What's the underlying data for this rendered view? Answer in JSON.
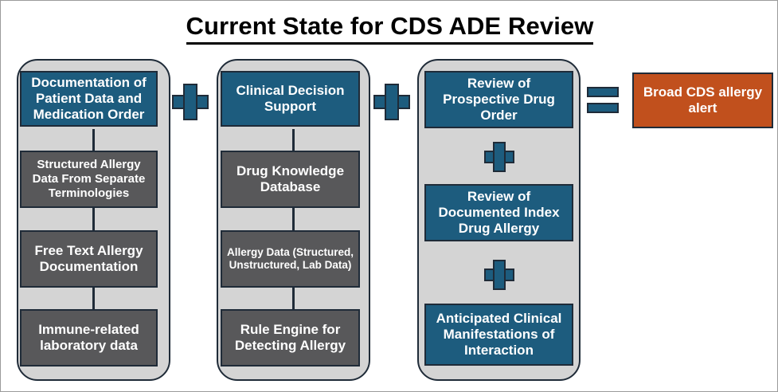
{
  "title": "Current State for CDS ADE Review",
  "columns": [
    {
      "id": "col1",
      "nodes": [
        {
          "label": "Documentation of Patient Data and Medication Order",
          "color": "blue"
        },
        {
          "label": "Structured Allergy Data From Separate Terminologies",
          "color": "gray"
        },
        {
          "label": "Free Text Allergy Documentation",
          "color": "gray"
        },
        {
          "label": "Immune-related laboratory data",
          "color": "gray"
        }
      ]
    },
    {
      "id": "col2",
      "nodes": [
        {
          "label": "Clinical Decision Support",
          "color": "blue"
        },
        {
          "label": "Drug Knowledge Database",
          "color": "gray"
        },
        {
          "label": "Allergy Data (Structured, Unstructured, Lab Data)",
          "color": "gray"
        },
        {
          "label": "Rule Engine for Detecting Allergy",
          "color": "gray"
        }
      ]
    },
    {
      "id": "col3",
      "nodes": [
        {
          "label": "Review of Prospective Drug Order",
          "color": "blue"
        },
        {
          "label": "Review of Documented Index Drug Allergy",
          "color": "blue"
        },
        {
          "label": "Anticipated Clinical Manifestations of Interaction",
          "color": "blue"
        }
      ]
    }
  ],
  "result": {
    "label": "Broad CDS allergy alert",
    "color": "orange"
  },
  "operators": {
    "plus_1": "plus-icon",
    "plus_2": "plus-icon",
    "plus_col3_a": "plus-icon",
    "plus_col3_b": "plus-icon",
    "equals": "equals-icon"
  },
  "colors": {
    "blue": "#1d5c7e",
    "gray": "#58585a",
    "orange": "#c1501d",
    "container": "#d4d4d4",
    "outline": "#1f2b38",
    "text": "#ffffff",
    "title": "#000000",
    "background": "#ffffff"
  }
}
